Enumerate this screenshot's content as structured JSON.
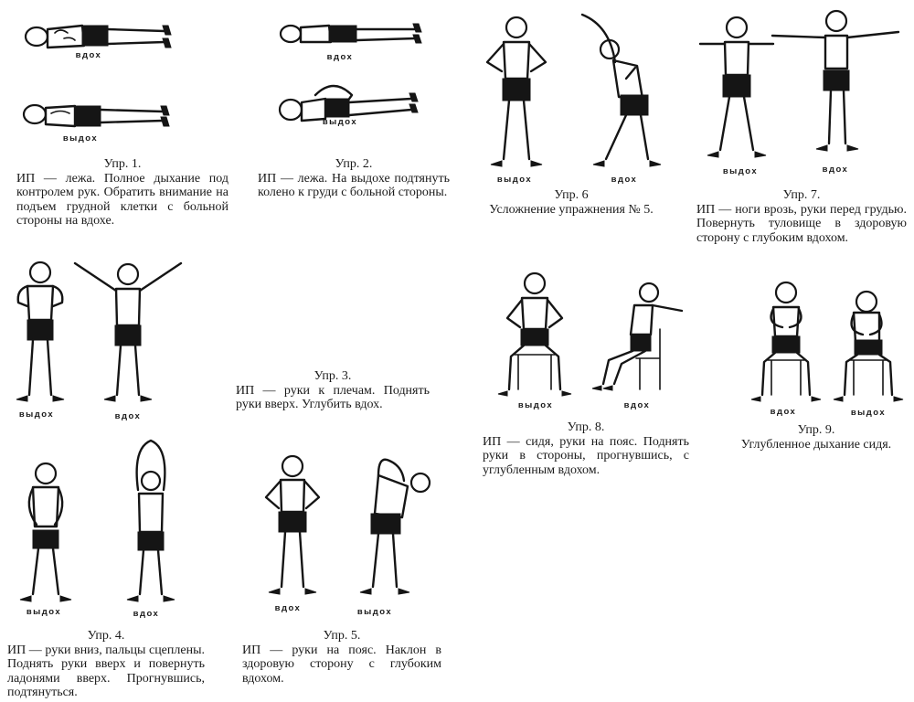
{
  "labels": {
    "ex1_top": "вдох",
    "ex1_bottom": "выдох",
    "ex2_top": "вдох",
    "ex2_bottom": "выдох",
    "ex3_left": "выдох",
    "ex3_right": "вдох",
    "ex4_left": "выдох",
    "ex4_right": "вдох",
    "ex5_left": "вдох",
    "ex5_right": "выдох",
    "ex6_left": "выдох",
    "ex6_right": "вдох",
    "ex7_left": "выдох",
    "ex7_right": "вдох",
    "ex8_left": "выдох",
    "ex8_right": "вдох",
    "ex9_left": "вдох",
    "ex9_right": "выдох"
  },
  "captions": {
    "ex1": {
      "title": "Упр. 1.",
      "body": "ИП — лежа. Полное дыхание под контролем рук. Обратить внимание на подъем грудной клетки с больной стороны на вдохе."
    },
    "ex2": {
      "title": "Упр. 2.",
      "body": "ИП — лежа. На выдохе подтянуть колено к груди с больной стороны."
    },
    "ex3": {
      "title": "Упр. 3.",
      "body": "ИП — руки к плечам. Поднять руки вверх. Углубить вдох."
    },
    "ex4": {
      "title": "Упр. 4.",
      "body": "ИП — руки вниз, пальцы сцеплены. Поднять руки вверх и повернуть ладонями вверх. Прогнувшись, подтянуться."
    },
    "ex5": {
      "title": "Упр. 5.",
      "body": "ИП — руки на пояс. Наклон в здоровую сторону с глубоким вдохом."
    },
    "ex6": {
      "title": "Упр. 6",
      "body": "Усложнение упражнения № 5."
    },
    "ex7": {
      "title": "Упр. 7.",
      "body": "ИП — ноги врозь, руки перед грудью. Повернуть туловище в здоровую сторону с глубоким вдохом."
    },
    "ex8": {
      "title": "Упр. 8.",
      "body": "ИП — сидя, руки на пояс. Поднять руки в стороны, прогнувшись, с углубленным вдохом."
    },
    "ex9": {
      "title": "Упр. 9.",
      "body": "Углубленное дыхание сидя."
    }
  }
}
